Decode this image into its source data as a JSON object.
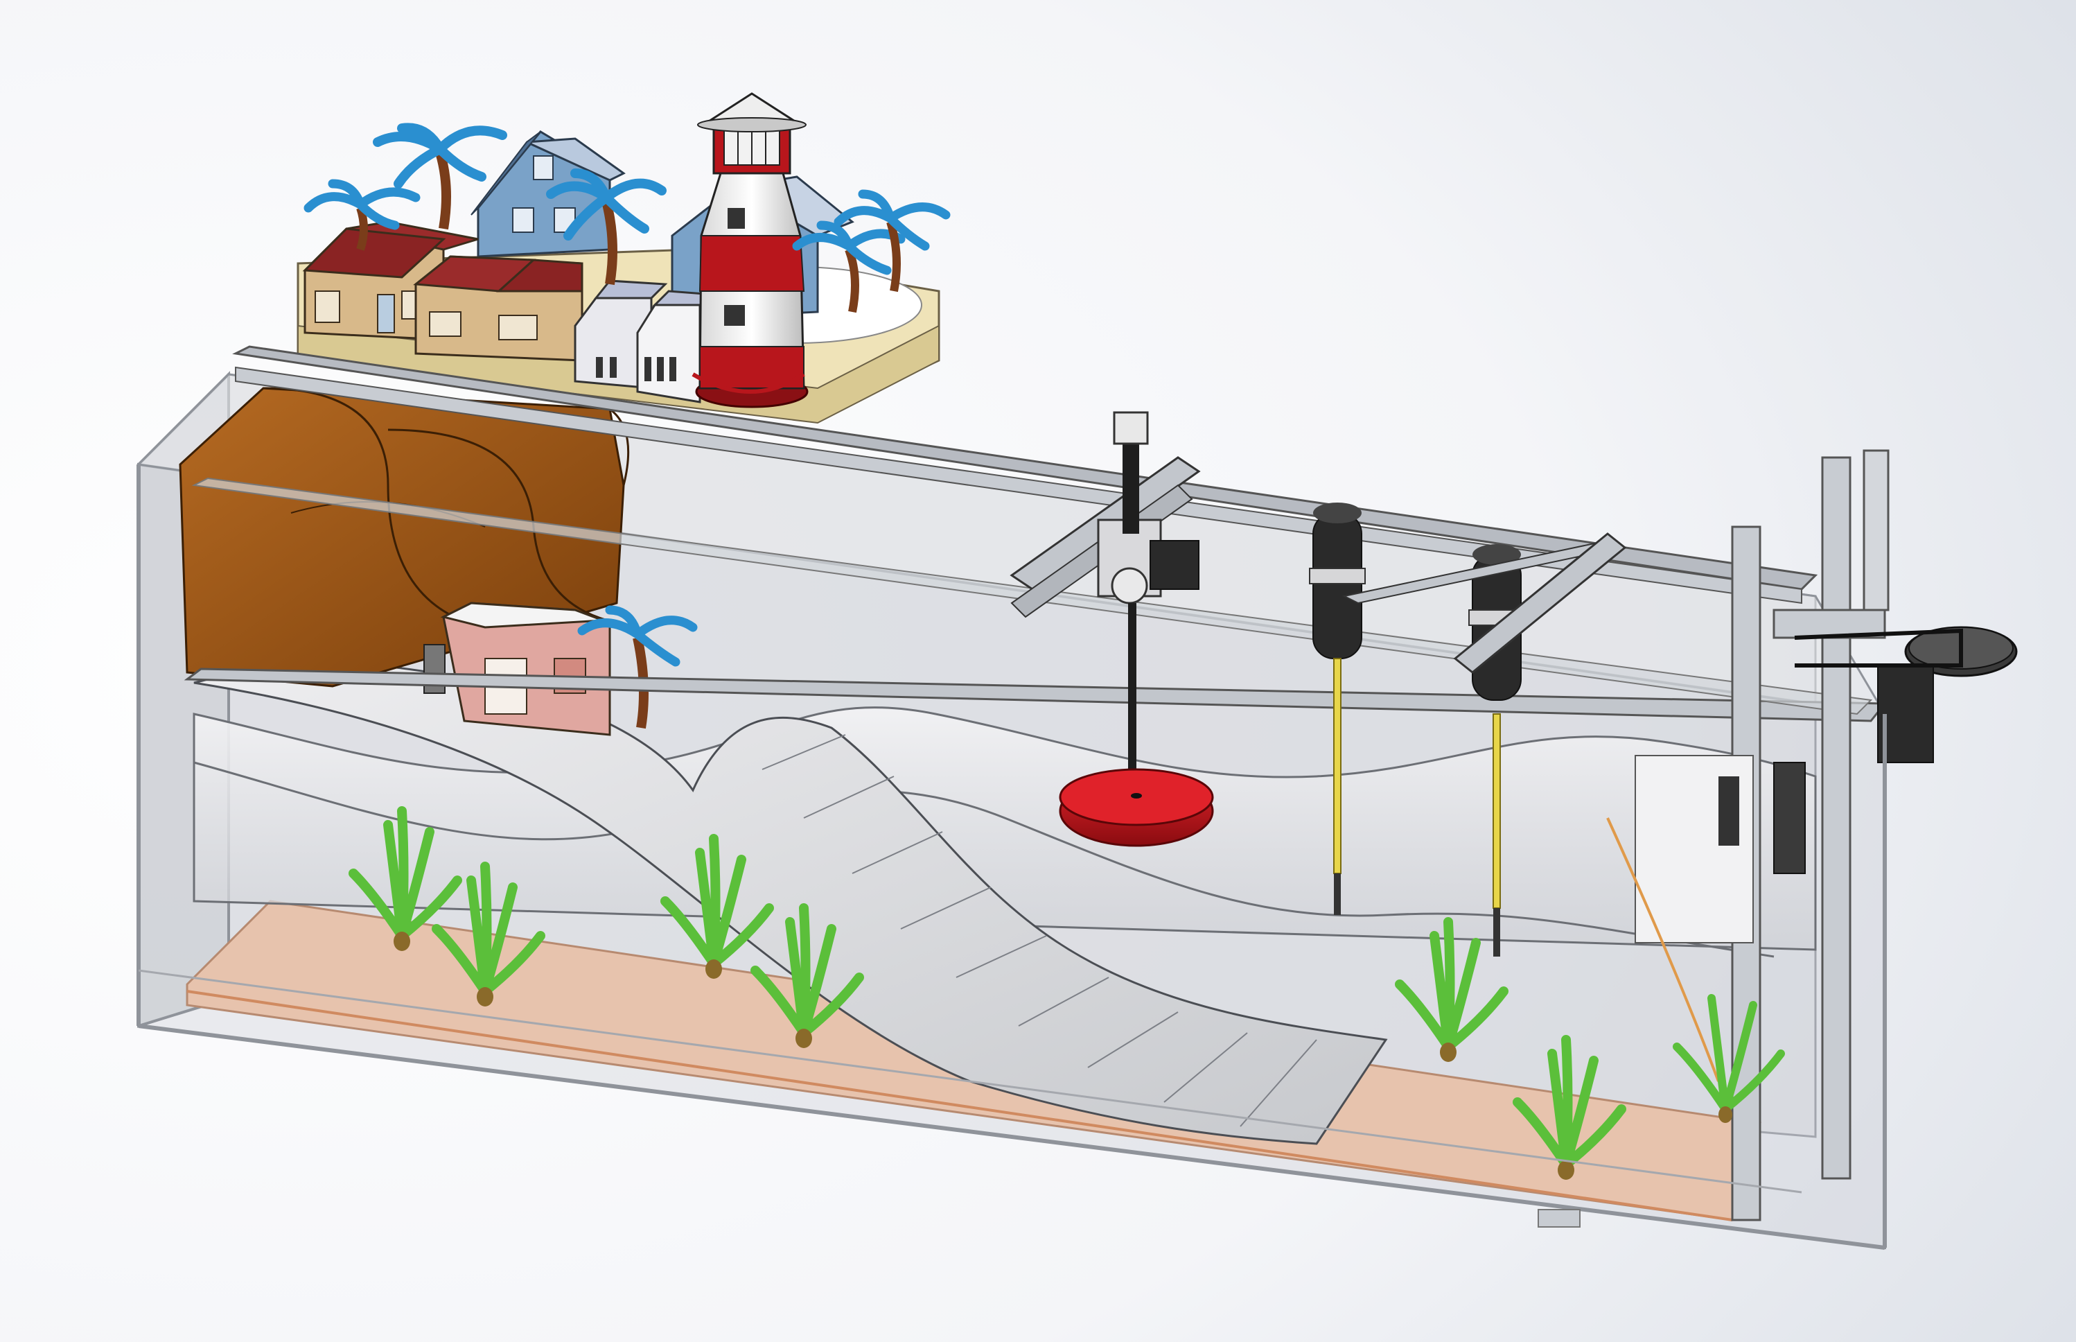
{
  "scene": {
    "colors": {
      "background_light": "#ffffff",
      "background_mid": "#dfe3ea",
      "tank_glass": "#c9ccd3",
      "tank_frame": "#9a9ea6",
      "rail": "#b7bbc2",
      "sand": "#e7c3ad",
      "ramp": "#dcdde0",
      "water_line": "#6c6f75",
      "wave_generator": "#8a4a12",
      "lighthouse_red": "#b8161c",
      "buoy_red": "#c8141a",
      "plant_green": "#5bbf3a",
      "palm_leaf": "#2a8fd0",
      "trunk_brown": "#7a3d1a",
      "house_blue": "#7aa2c8",
      "house_tan": "#d8b98a",
      "roof_red": "#9a2b2b",
      "probe_yellow": "#e8d64a",
      "motor_black": "#2a2a2a"
    },
    "components": [
      "coastal-town-diorama",
      "lighthouse",
      "palm-trees",
      "houses",
      "top-rail-frame",
      "wave-maker-housing",
      "beach-hut",
      "sloped-beach-ramp",
      "red-float-buoy",
      "wave-gauge-probes",
      "stepper-motor-drive",
      "seagrass-plants",
      "sand-floor",
      "glass-tank"
    ]
  }
}
